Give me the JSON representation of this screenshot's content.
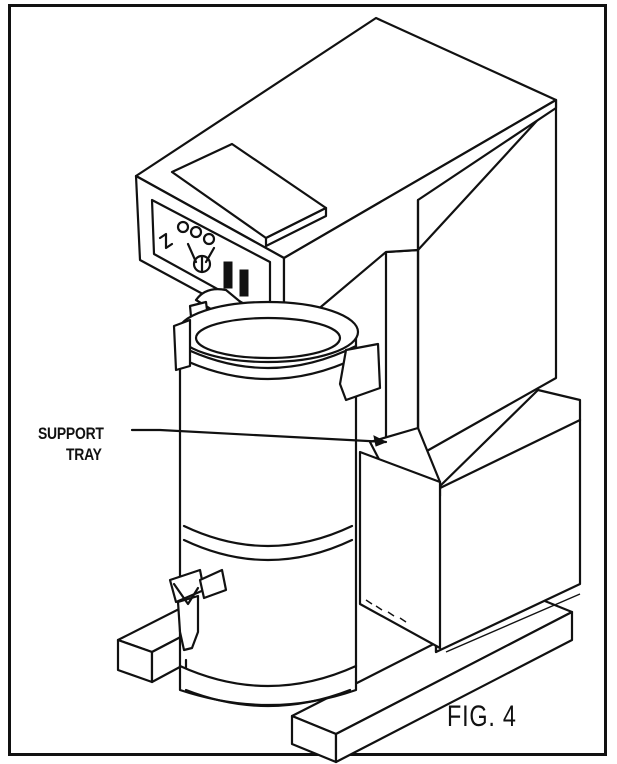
{
  "figure": {
    "label": "FIG. 4",
    "callout_line_1": "SUPPORT",
    "callout_line_2": "TRAY"
  },
  "colors": {
    "ink": "#111111",
    "paper": "#ffffff"
  }
}
